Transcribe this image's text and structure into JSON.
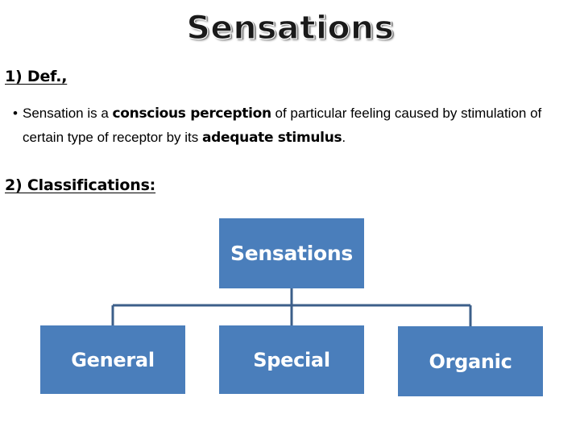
{
  "slide": {
    "title": "Sensations",
    "background_color": "#ffffff"
  },
  "sections": {
    "definition": {
      "heading": "1) Def.,",
      "bullet_marker": "•",
      "bullet_text": {
        "part1": "Sensation is a ",
        "bold1": "conscious perception",
        "part2": " of particular feeling caused by stimulation of certain type of receptor by its ",
        "bold2": "adequate stimulus",
        "part3": "."
      }
    },
    "classifications": {
      "heading": "2) Classifications:"
    }
  },
  "chart_data": {
    "type": "diagram",
    "diagram_kind": "org-chart",
    "node_fill_color": "#4a7ebb",
    "node_text_color": "#ffffff",
    "connector_color": "#3c5f8a",
    "root": {
      "id": "sensations",
      "label": "Sensations"
    },
    "children": [
      {
        "id": "general",
        "label": "General"
      },
      {
        "id": "special",
        "label": "Special"
      },
      {
        "id": "organic",
        "label": "Organic"
      }
    ]
  }
}
